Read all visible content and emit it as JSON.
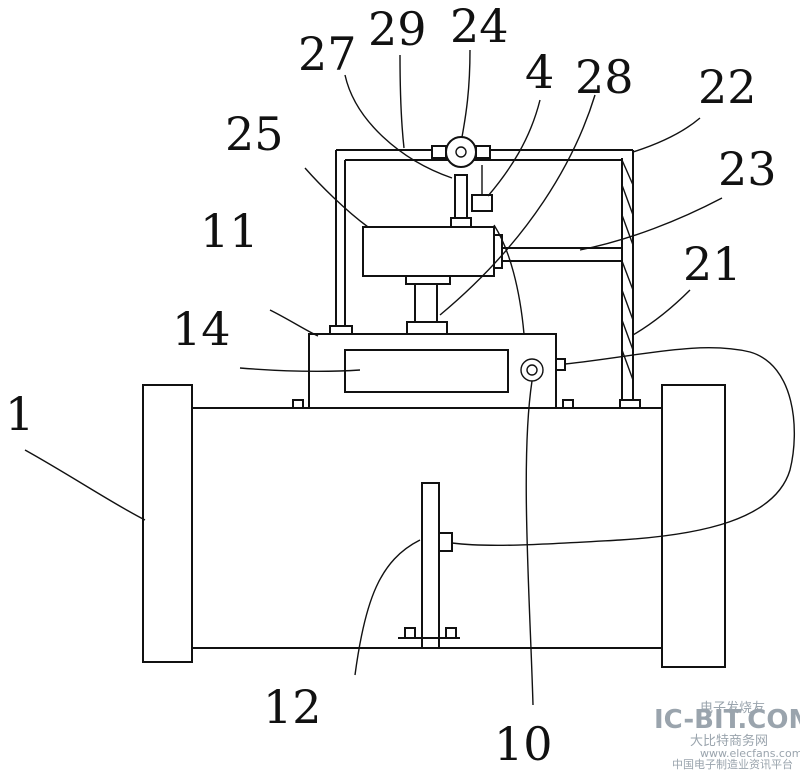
{
  "labels": {
    "l1": "1",
    "l10": "10",
    "l11": "11",
    "l12": "12",
    "l14": "14",
    "l21": "21",
    "l22": "22",
    "l23": "23",
    "l24": "24",
    "l25": "25",
    "l27": "27",
    "l28": "28",
    "l29": "29",
    "l4": "4"
  },
  "watermark": {
    "brand": "IC-BIT.COM",
    "line1": "电子发烧友",
    "line2": "大比特商务网",
    "line3": "中国电子制造业资讯平台",
    "url": "www.elecfans.com"
  },
  "colors": {
    "line": "#111111",
    "watermark": "#9aa4ad"
  }
}
